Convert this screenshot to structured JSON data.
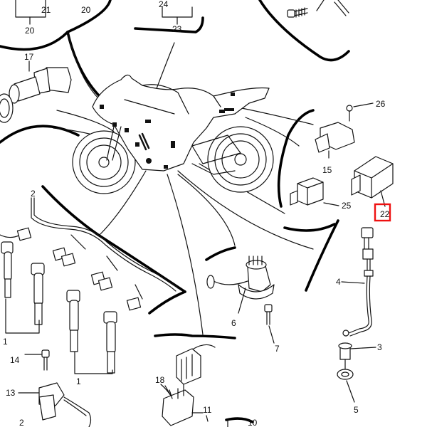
{
  "diagram": {
    "callouts": {
      "c1a": "1",
      "c1b": "1",
      "c2": "2",
      "c3": "3",
      "c4": "4",
      "c5": "5",
      "c6": "6",
      "c7": "7",
      "c10": "10",
      "c11": "11",
      "c13": "13",
      "c14": "14",
      "c15": "15",
      "c17": "17",
      "c18": "18",
      "c20a": "20",
      "c20b": "20",
      "c21": "21",
      "c22": "22",
      "c23": "23",
      "c24": "24",
      "c25": "25",
      "c26": "26",
      "c2b": "2"
    },
    "highlight_color": "#e11111"
  }
}
